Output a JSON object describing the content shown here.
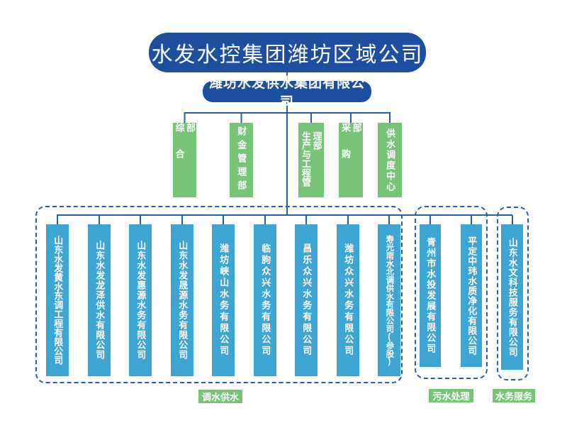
{
  "org": {
    "root": "水发水控集团潍坊区域公司",
    "holding": "潍坊水发供水集团有限公司",
    "departments": [
      "综合部",
      "财金管理部",
      "生产与工程管理部",
      "采购部",
      "供水调度中心"
    ],
    "groups": [
      {
        "category": "调水供水",
        "companies": [
          "山东水发黄水东调工程有限公司",
          "山东水发龙泽供水有限公司",
          "山东水发惠源水务有限公司",
          "山东水发晟源水务有限公司",
          "潍坊峡山水务有限公司",
          "临朐众兴水务有限公司",
          "昌乐众兴水务有限公司",
          "潍坊众兴水务有限公司",
          "寿光南水北调供水有限公司(参股)"
        ]
      },
      {
        "category": "污水处理",
        "companies": [
          "青州市水投发展有限公司",
          "平定中玮水质净化有限公司"
        ]
      },
      {
        "category": "水务服务",
        "companies": [
          "山东水文科技服务有限公司"
        ]
      }
    ]
  },
  "colors": {
    "dark_blue": "#1d4fa1",
    "light_blue": "#3fa5d3",
    "green": "#76c577",
    "connector_blue": "#2b5cab",
    "background": "#ffffff"
  }
}
